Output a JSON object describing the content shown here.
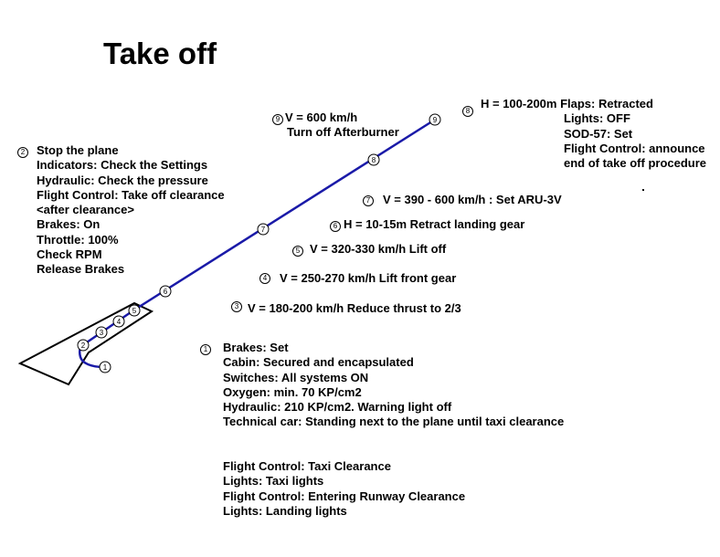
{
  "title": "Take off",
  "colors": {
    "path": "#1a1aa8",
    "outline": "#000000",
    "background": "#ffffff"
  },
  "route_markers": [
    "1",
    "2",
    "3",
    "4",
    "5",
    "6",
    "7",
    "8",
    "9"
  ],
  "steps": {
    "s1": {
      "number": "1",
      "lines": [
        "Brakes: Set",
        "Cabin: Secured and encapsulated",
        "Switches: All systems ON",
        "Oxygen: min. 70 KP/cm2",
        "Hydraulic: 210 KP/cm2. Warning light off",
        "Technical car: Standing next to the plane until taxi clearance"
      ]
    },
    "s1b": {
      "lines": [
        "Flight Control: Taxi Clearance",
        "Lights: Taxi lights",
        "Flight Control: Entering Runway   Clearance",
        "Lights: Landing lights"
      ]
    },
    "s2": {
      "number": "2",
      "lines": [
        "Stop the plane",
        "Indicators: Check the Settings",
        "Hydraulic: Check the pressure",
        "Flight Control: Take off clearance",
        "<after clearance>",
        "Brakes: On",
        "Throttle: 100%",
        "Check RPM",
        "Release Brakes"
      ]
    },
    "s3": {
      "number": "3",
      "text": "V = 180-200 km/h Reduce thrust to 2/3"
    },
    "s4": {
      "number": "4",
      "text": "V = 250-270 km/h Lift front gear"
    },
    "s5": {
      "number": "5",
      "text": "V = 320-330 km/h Lift off"
    },
    "s6": {
      "number": "6",
      "text": "H = 10-15m Retract landing gear"
    },
    "s7": {
      "number": "7",
      "text": "V = 390 - 600 km/h : Set ARU-3V"
    },
    "s8": {
      "number": "8",
      "lines": [
        "H = 100-200m Flaps: Retracted",
        "Lights: OFF",
        "SOD-57: Set",
        "Flight Control: announce",
        "end of take off procedure"
      ]
    },
    "s9": {
      "number": "9",
      "lines": [
        "V = 600 km/h",
        "Turn off Afterburner"
      ]
    }
  }
}
